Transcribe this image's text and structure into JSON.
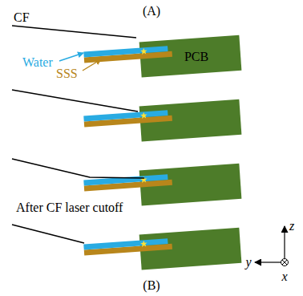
{
  "diagram": {
    "nodes": [
      {
        "text": [
          "PCB"
        ]
      }
    ],
    "labels": [
      "(A)",
      "CF",
      "Water",
      "SSS",
      "After CF laser cutoff",
      "(B)",
      "z",
      "y",
      "x"
    ]
  }
}
